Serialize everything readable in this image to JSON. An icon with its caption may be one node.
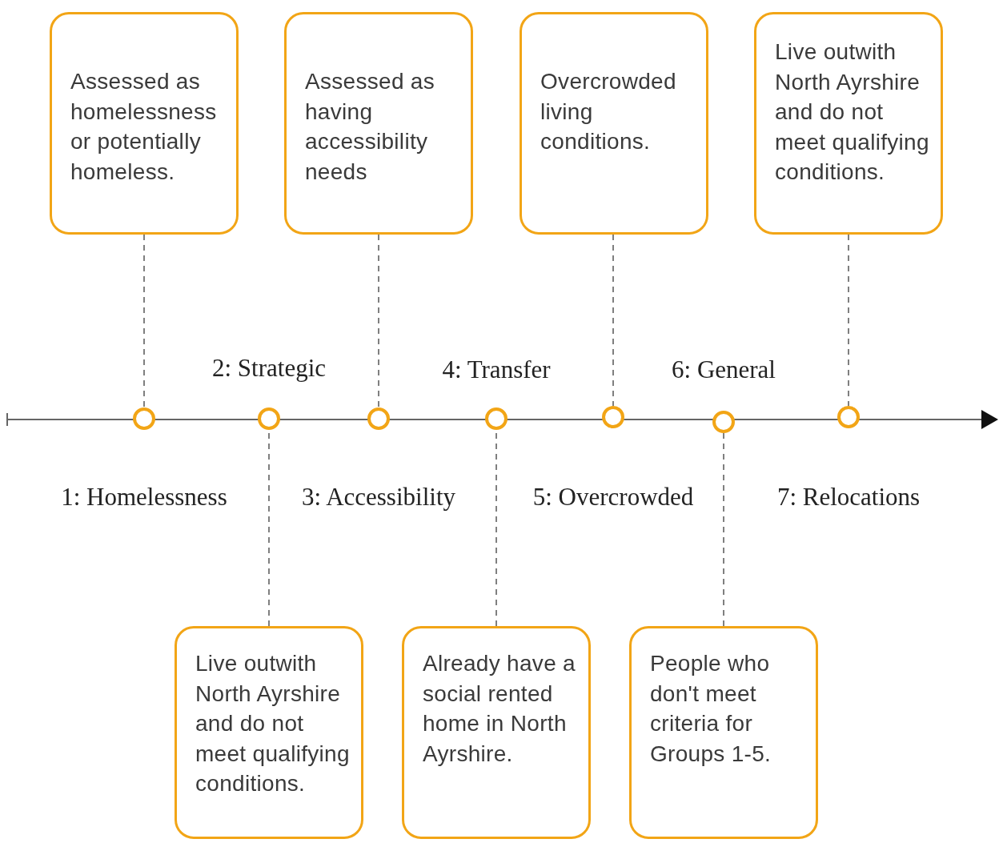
{
  "diagram": {
    "nodes": [
      {
        "text": [
          "Assessed as homelessness or potentially homeless."
        ]
      },
      {
        "text": [
          "Assessed as having accessibility needs"
        ]
      },
      {
        "text": [
          "Overcrowded living conditions."
        ]
      },
      {
        "text": [
          "Live outwith North Ayrshire and do not meet qualifying conditions."
        ]
      },
      {
        "text": [
          "Live outwith North Ayrshire and do not meet qualifying conditions."
        ]
      },
      {
        "text": [
          "Already have a social rented home in North Ayrshire."
        ]
      },
      {
        "text": [
          "People who don't meet criteria for Groups 1-5."
        ]
      },
      {
        "text": [],
        "shape": "circle"
      },
      {
        "text": [],
        "shape": "circle"
      },
      {
        "text": [],
        "shape": "circle"
      },
      {
        "text": [],
        "shape": "circle"
      },
      {
        "text": [],
        "shape": "circle"
      },
      {
        "text": [],
        "shape": "circle"
      },
      {
        "text": [],
        "shape": "circle"
      }
    ],
    "edges": [
      {
        "from": 0,
        "to": 7,
        "arrow": "none",
        "style": "dashed"
      },
      {
        "from": 1,
        "to": 9,
        "arrow": "none",
        "style": "dashed"
      },
      {
        "from": 2,
        "to": 11,
        "arrow": "none",
        "style": "dashed"
      },
      {
        "from": 3,
        "to": 13,
        "arrow": "none",
        "style": "dashed"
      },
      {
        "from": 4,
        "to": 8,
        "arrow": "none",
        "style": "dashed"
      },
      {
        "from": 5,
        "to": 10,
        "arrow": "none",
        "style": "dashed"
      },
      {
        "from": 6,
        "to": 12,
        "arrow": "none",
        "style": "dashed"
      }
    ],
    "labels": [
      "2: Strategic",
      "4: Transfer",
      "6: General",
      "1: Homelessness",
      "3: Accessibility",
      "5: Overcrowded",
      "7: Relocations"
    ]
  }
}
